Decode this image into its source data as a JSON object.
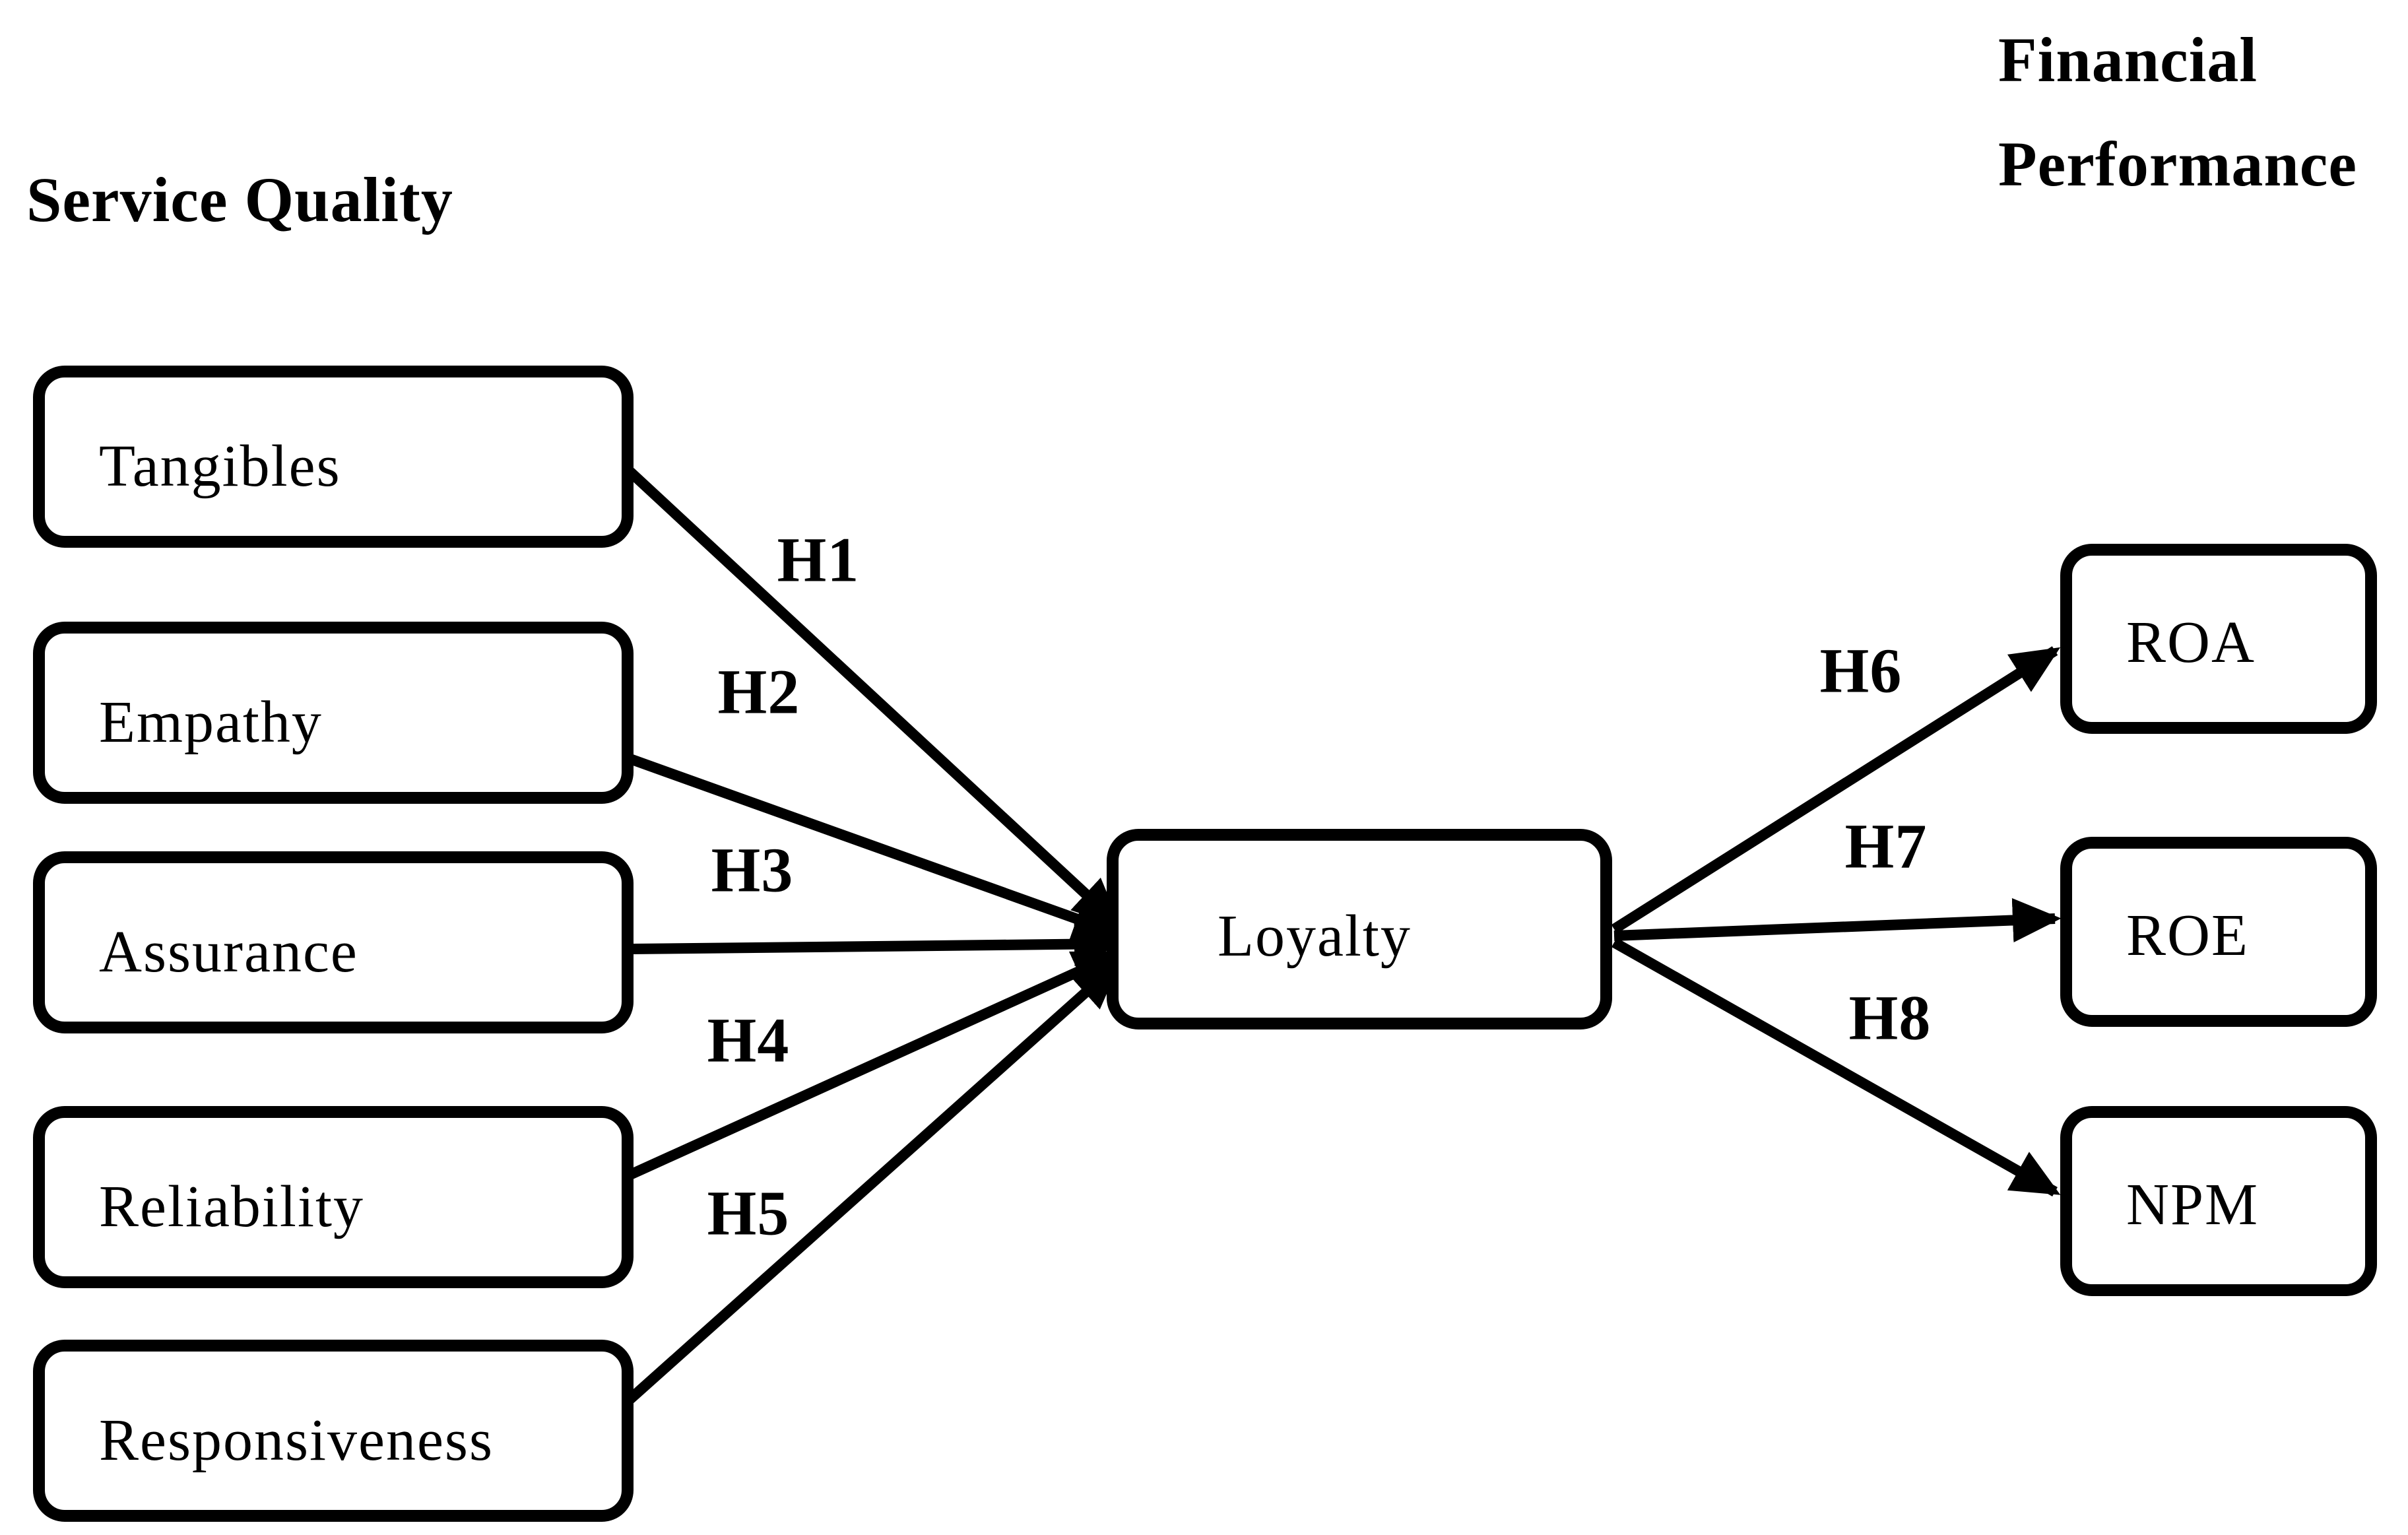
{
  "headings": {
    "service_quality": "Service Quality",
    "financial_performance_line1": "Financial",
    "financial_performance_line2": "Performance"
  },
  "nodes": {
    "left": [
      "Tangibles",
      "Empathy",
      "Assurance",
      "Reliability",
      "Responsiveness"
    ],
    "center": "Loyalty",
    "right": [
      "ROA",
      "ROE",
      "NPM"
    ]
  },
  "edges": [
    {
      "from": "Tangibles",
      "to": "Loyalty",
      "label": "H1"
    },
    {
      "from": "Empathy",
      "to": "Loyalty",
      "label": "H2"
    },
    {
      "from": "Assurance",
      "to": "Loyalty",
      "label": "H3"
    },
    {
      "from": "Reliability",
      "to": "Loyalty",
      "label": "H4"
    },
    {
      "from": "Responsiveness",
      "to": "Loyalty",
      "label": "H5"
    },
    {
      "from": "Loyalty",
      "to": "ROA",
      "label": "H6"
    },
    {
      "from": "Loyalty",
      "to": "ROE",
      "label": "H7"
    },
    {
      "from": "Loyalty",
      "to": "NPM",
      "label": "H8"
    }
  ],
  "colors": {
    "ink": "#000000",
    "background": "#ffffff"
  }
}
